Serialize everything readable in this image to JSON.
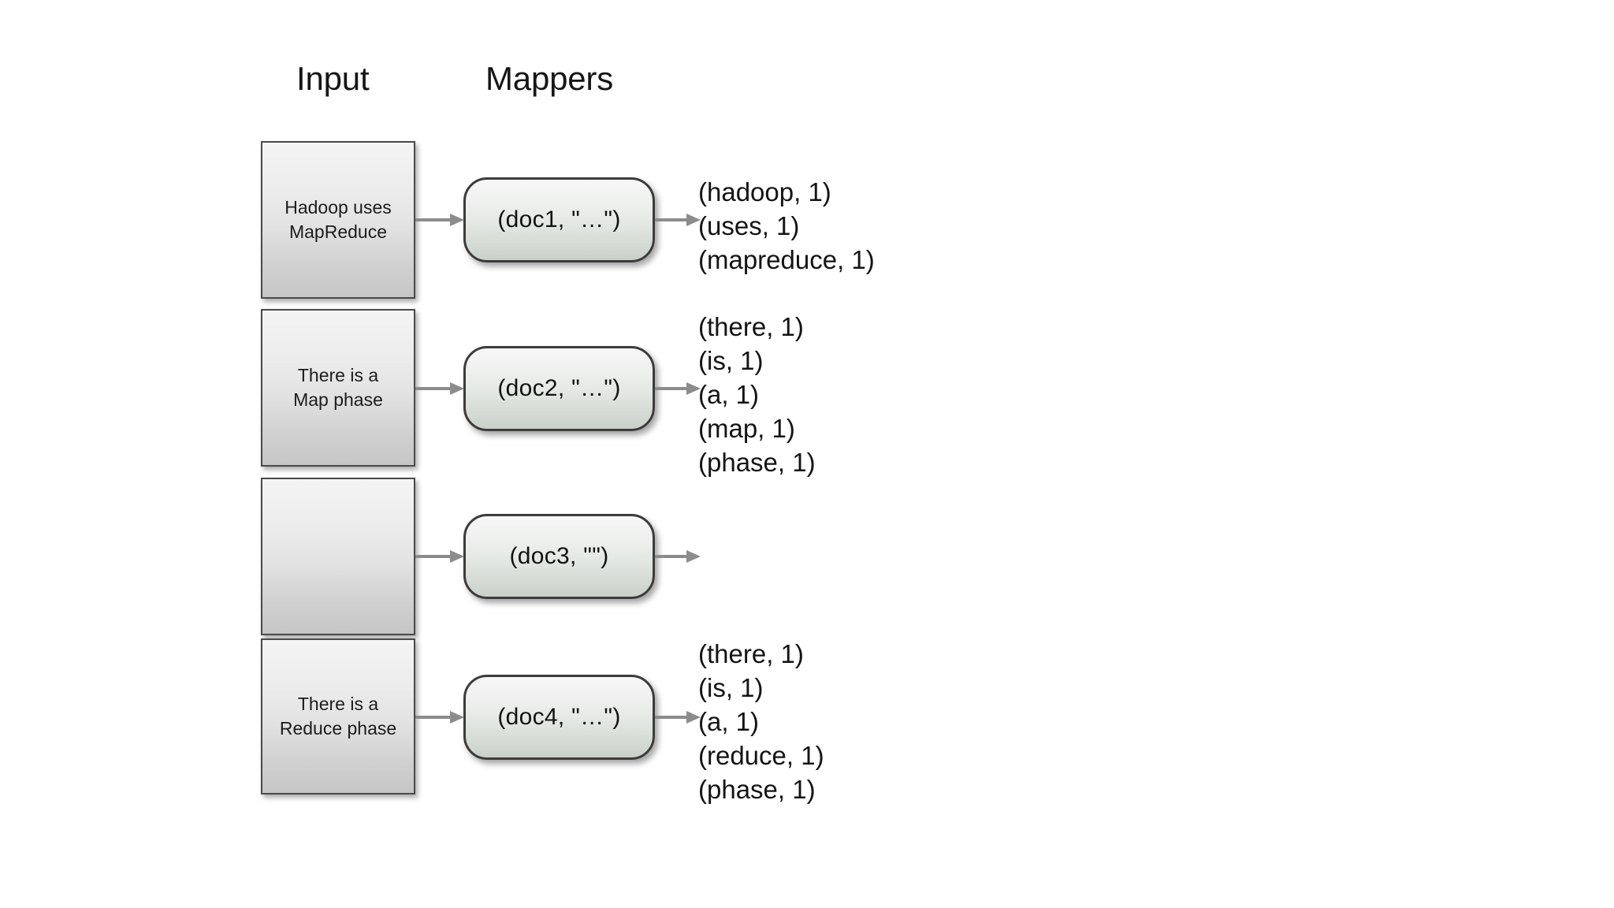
{
  "headers": {
    "input": "Input",
    "mappers": "Mappers"
  },
  "rows": [
    {
      "input_text": "Hadoop uses\nMapReduce",
      "mapper_label": "(doc1, \"…\")",
      "outputs": [
        "(hadoop, 1)",
        "(uses, 1)",
        "(mapreduce, 1)"
      ]
    },
    {
      "input_text": "There is a\nMap phase",
      "mapper_label": "(doc2, \"…\")",
      "outputs": [
        "(there, 1)",
        "(is, 1)",
        "(a, 1)",
        "(map, 1)",
        "(phase, 1)"
      ]
    },
    {
      "input_text": "",
      "mapper_label": "(doc3, \"\")",
      "outputs": []
    },
    {
      "input_text": "There is a\nReduce phase",
      "mapper_label": "(doc4, \"…\")",
      "outputs": [
        "(there, 1)",
        "(is, 1)",
        "(a, 1)",
        "(reduce, 1)",
        "(phase, 1)"
      ]
    }
  ],
  "colors": {
    "background": "#ffffff",
    "box_border": "#4a4a4a",
    "mapper_border": "#3c3c3c",
    "arrow": "#8c8c8c",
    "text": "#141414"
  }
}
